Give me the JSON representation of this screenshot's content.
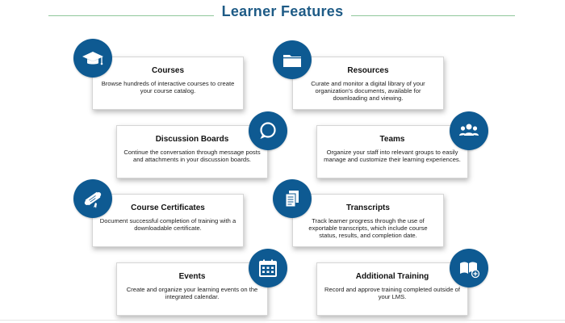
{
  "page": {
    "title": "Learner Features"
  },
  "features": [
    {
      "title": "Courses",
      "description": "Browse hundreds of interactive courses to create your course catalog.",
      "icon": "graduation-cap-icon"
    },
    {
      "title": "Resources",
      "description": "Curate and monitor a digital library of your organization's documents, available for downloading and viewing.",
      "icon": "folder-icon"
    },
    {
      "title": "Discussion Boards",
      "description": "Continue the conversation through message posts and attachments in your discussion boards.",
      "icon": "speech-bubble-icon"
    },
    {
      "title": "Teams",
      "description": "Organize your staff into relevant groups to easily manage and customize their learning experiences.",
      "icon": "people-group-icon"
    },
    {
      "title": "Course Certificates",
      "description": "Document successful completion of training with a downloadable certificate.",
      "icon": "diploma-scroll-icon"
    },
    {
      "title": "Transcripts",
      "description": "Track learner progress through the use of exportable transcripts, which include course status, results, and completion date.",
      "icon": "documents-icon"
    },
    {
      "title": "Events",
      "description": "Create and organize your learning events on the integrated calendar.",
      "icon": "calendar-icon"
    },
    {
      "title": "Additional Training",
      "description": "Record and approve training completed outside of your LMS.",
      "icon": "book-plus-icon"
    }
  ],
  "colors": {
    "icon_circle": "#0e5a92",
    "title_text": "#1e5b86",
    "header_line": "#8fc79b"
  }
}
